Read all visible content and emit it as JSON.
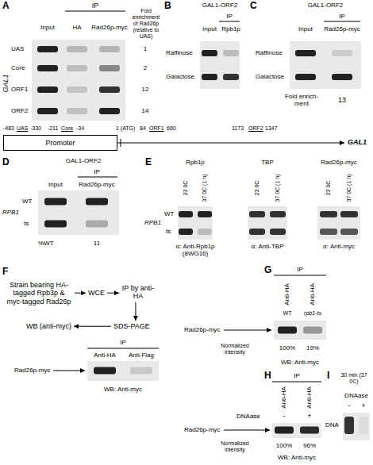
{
  "diagram": {
    "nodes": [
      {
        "text": [
          "Promoter"
        ]
      },
      {
        "text": [
          "Strain bearing HA-tagged Rpb3p & myc-tagged Rad26p"
        ]
      },
      {
        "text": [
          "WCE"
        ]
      },
      {
        "text": [
          "IP by anti-HA"
        ]
      },
      {
        "text": [
          "SDS-PAGE"
        ]
      },
      {
        "text": [
          "WB (anti-myc)"
        ]
      }
    ],
    "edges": [
      {
        "from": 1,
        "to": 2,
        "arrow": "to"
      },
      {
        "from": 2,
        "to": 3,
        "arrow": "to"
      },
      {
        "from": 3,
        "to": 4,
        "arrow": "to"
      },
      {
        "from": 4,
        "to": 5,
        "arrow": "to"
      }
    ],
    "labels": [
      "A",
      "IP",
      "Input",
      "HA",
      "Rad26p-myc",
      "Fold enrichment of Rad26p (relative to UAS)",
      "GAL1",
      "UAS",
      "Core",
      "ORF1",
      "ORF2",
      "1",
      "2",
      "12",
      "14",
      "B",
      "GAL1-ORF2",
      "IP",
      "Input",
      "Rpb1p",
      "Raffinose",
      "Galactose",
      "C",
      "GAL1-ORF2",
      "IP",
      "Input",
      "Rad26p-myc",
      "Raffinose",
      "Galactose",
      "Fold enrich- ment",
      "13",
      "-483",
      "UAS",
      "-330",
      "-211",
      "Core",
      "-34",
      "1 (ATG)",
      "84",
      "ORF1",
      "660",
      "1173",
      "ORF2",
      "1347",
      "GAL1",
      "D",
      "GAL1-ORF2",
      "IP",
      "Input",
      "Rad26p-myc",
      "RPB1",
      "WT",
      "ts",
      "%WT",
      "11",
      "E",
      "Rpb1p",
      "TBP",
      "Rad26p-myc",
      "23 0C",
      "37 0C (1 h)",
      "23 0C",
      "37 0C (1 h)",
      "23 0C",
      "37 0C (1 h)",
      "RPB1",
      "WT",
      "ts",
      "α: Anti-Rpb1p (8WG16)",
      "α: Anti-TBP",
      "α: Anti-myc",
      "F",
      "IP",
      "Anti-HA",
      "Anti-Flag",
      "Rad26p-myc",
      "WB: Anti-myc",
      "G",
      "IP",
      "Anti-HA",
      "Anti-HA",
      "WT",
      "rpb1-ts",
      "Rad26p-myc",
      "Normalized intensity",
      "100%",
      "19%",
      "WB: Anti-myc",
      "H",
      "IP",
      "Anti-HA",
      "Anti-HA",
      "DNAase",
      "-",
      "+",
      "Rad26p-myc",
      "Normalized intensity",
      "100%",
      "96%",
      "WB: Anti-myc",
      "I",
      "30 min (37 0C)",
      "DNAase",
      "-",
      "+",
      "DNA"
    ]
  }
}
